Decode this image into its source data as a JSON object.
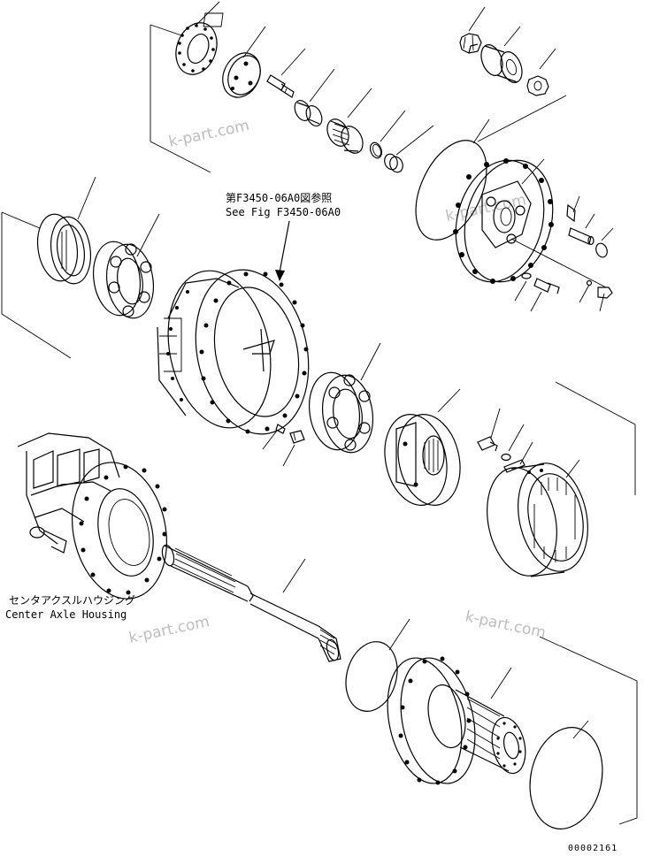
{
  "reference_note": {
    "line1": "第F3450-06A0図参照",
    "line2": "See Fig F3450-06A0"
  },
  "housing_label": {
    "jp": "センタアクスルハウジング",
    "en": "Center Axle Housing"
  },
  "watermarks": [
    "k-part.com",
    "k-part.com",
    "k-part.com",
    "k-part.com"
  ],
  "drawing_code": "00002161"
}
